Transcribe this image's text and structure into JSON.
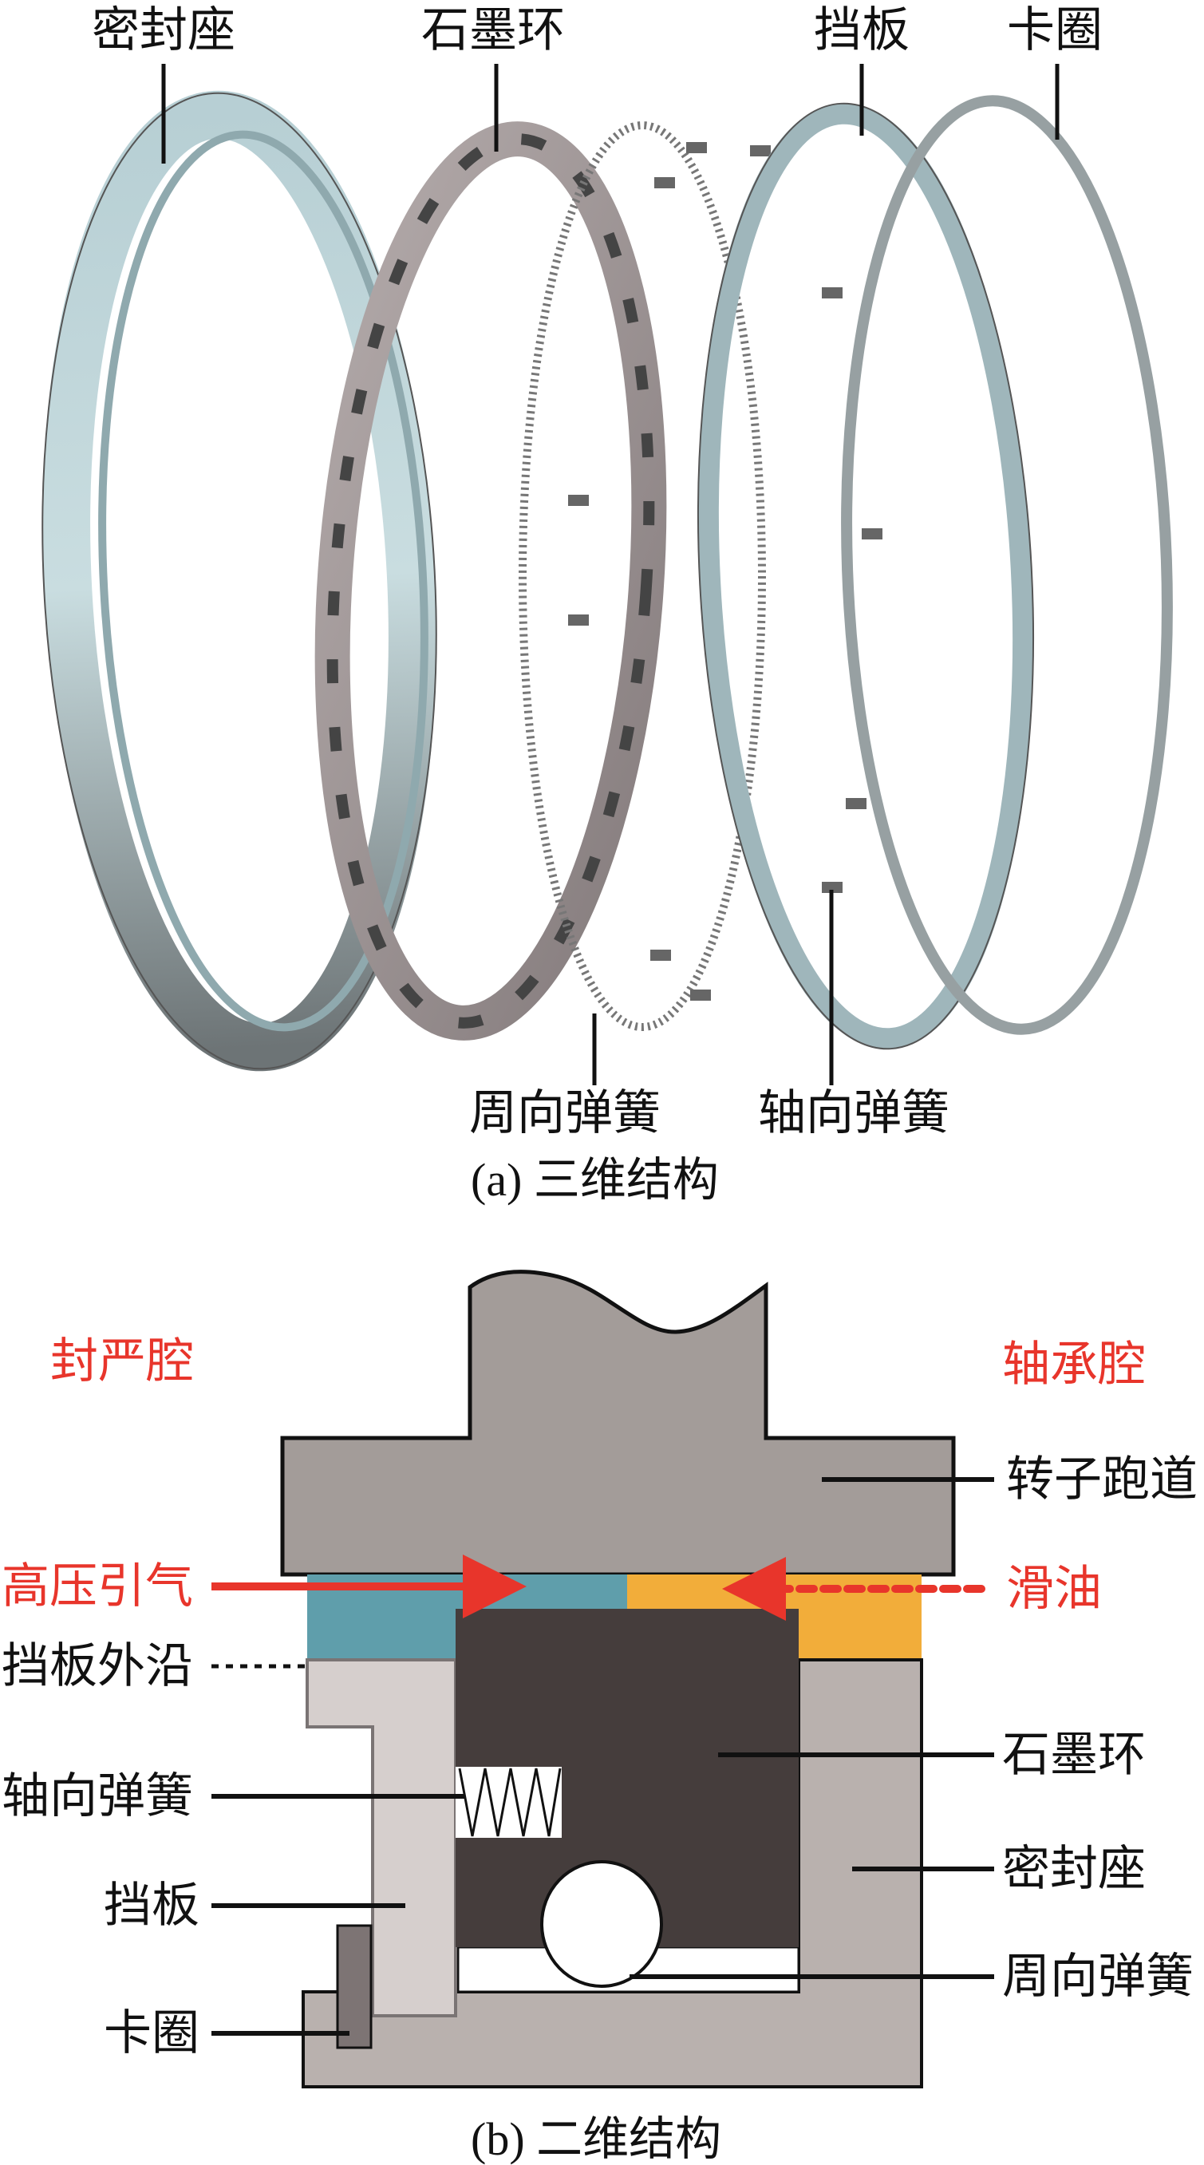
{
  "part_a": {
    "caption": "(a) 三维结构",
    "labels": {
      "seal_seat": "密封座",
      "graphite_ring": "石墨环",
      "baffle": "挡板",
      "snap_ring": "卡圈",
      "circumferential_spring": "周向弹簧",
      "axial_spring": "轴向弹簧"
    }
  },
  "part_b": {
    "caption": "(b) 二维结构",
    "regions": {
      "seal_cavity": "封严腔",
      "bearing_cavity": "轴承腔"
    },
    "flows": {
      "high_pressure_air": "高压引气",
      "lube_oil": "滑油"
    },
    "labels": {
      "baffle_outer_edge": "挡板外沿",
      "axial_spring": "轴向弹簧",
      "baffle": "挡板",
      "snap_ring": "卡圈",
      "rotor_runway": "转子跑道",
      "graphite_ring": "石墨环",
      "seal_seat": "密封座",
      "circumferential_spring": "周向弹簧"
    },
    "colors": {
      "air": "#5f9eab",
      "oil": "#f2ad3a",
      "rotor": "#a39c99",
      "graphite": "#453d3c",
      "seat": "#b9b1ae",
      "baffle": "#d6cfcd",
      "snap_ring": "#7d7474",
      "arrow": "#e8352b"
    }
  }
}
